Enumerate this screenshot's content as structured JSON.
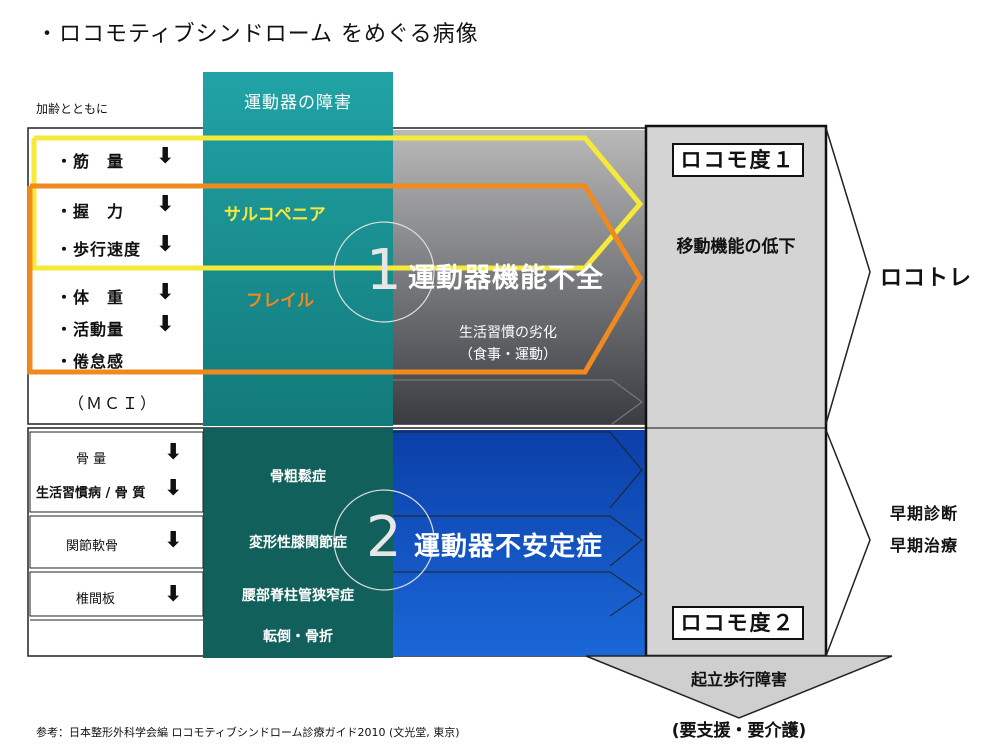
{
  "title": "・ロコモティブシンドローム をめぐる病像",
  "aging_label": "加齢とともに",
  "column_header": "運動器の障害",
  "upper_factors": [
    {
      "label": "・筋　量",
      "arrow": "down"
    },
    {
      "label": "・握　力",
      "arrow": "down"
    },
    {
      "label": "・歩行速度",
      "arrow": "down"
    },
    {
      "label": "・体　重",
      "arrow": "down"
    },
    {
      "label": "・活動量",
      "arrow": "down"
    },
    {
      "label": "・倦怠感",
      "arrow": ""
    }
  ],
  "mci_label": "（ＭＣＩ）",
  "sarcopenia": "サルコペニア",
  "frailty": "フレイル",
  "circle1": "1",
  "circle2": "2",
  "upper_band_title": "運動器機能不全",
  "lifestyle_line1": "生活習慣の劣化",
  "lifestyle_line2": "（食事・運動）",
  "lower_factors": [
    {
      "label": "骨 量"
    },
    {
      "label": "生活習慣病 / 骨 質"
    },
    {
      "label": "関節軟骨"
    },
    {
      "label": "椎間板"
    }
  ],
  "lower_conditions": [
    "骨粗鬆症",
    "変形性膝関節症",
    "腰部脊柱管狭窄症",
    "転倒・骨折"
  ],
  "lower_band_title": "運動器不安定症",
  "locomo1": "ロコモ度１",
  "mobility_decline": "移動機能の低下",
  "locomo2": "ロコモ度２",
  "locotre": "ロコトレ",
  "early1": "早期診断",
  "early2": "早期治療",
  "standing_disorder": "起立歩行障害",
  "care_need": "(要支援・要介護)",
  "reference": "参考：日本整形外科学会編 ロコモティブシンドローム診療ガイド2010 (文光堂, 東京)",
  "colors": {
    "teal": "#1a8f8f",
    "dark_teal": "#0f5f5c",
    "yellow": "#f5e84a",
    "orange": "#f08a1f",
    "blue": "#1354c8",
    "gray": "#d4d4d4"
  }
}
